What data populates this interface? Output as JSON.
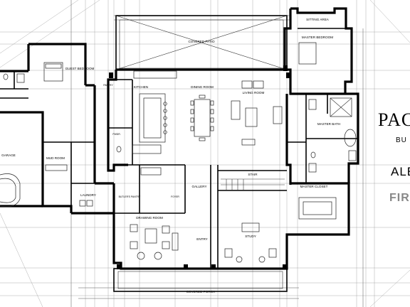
{
  "title_block": {
    "brand_name": "PACK",
    "brand_subtitle": "BU",
    "plan_name": "ALE",
    "floor_label": "FIRS"
  },
  "rooms": {
    "covered_patio": "COVERED PATIO",
    "sitting_area": "SITTING AREA",
    "master_bedroom": "MASTER BEDROOM",
    "guest_bedroom": "GUEST BEDROOM",
    "pantry": "PANTRY",
    "kitchen": "KITCHEN",
    "dining_room": "DINING ROOM",
    "living_room": "LIVING ROOM",
    "master_bath": "MASTER BATH",
    "powder": "PWDR.",
    "garage": "GARAGE",
    "mud_room": "MUD ROOM",
    "laundry": "LAUNDRY",
    "butlers_pantry": "BUTLER'S PANTRY",
    "gallery": "GALLERY",
    "stair": "STAIR",
    "foyer": "FOYER",
    "drawing_room": "DRAWING ROOM",
    "study": "STUDY",
    "entry": "ENTRY",
    "master_closet": "MASTER CLOSET",
    "covered_porch": "COVERED PORCH"
  }
}
